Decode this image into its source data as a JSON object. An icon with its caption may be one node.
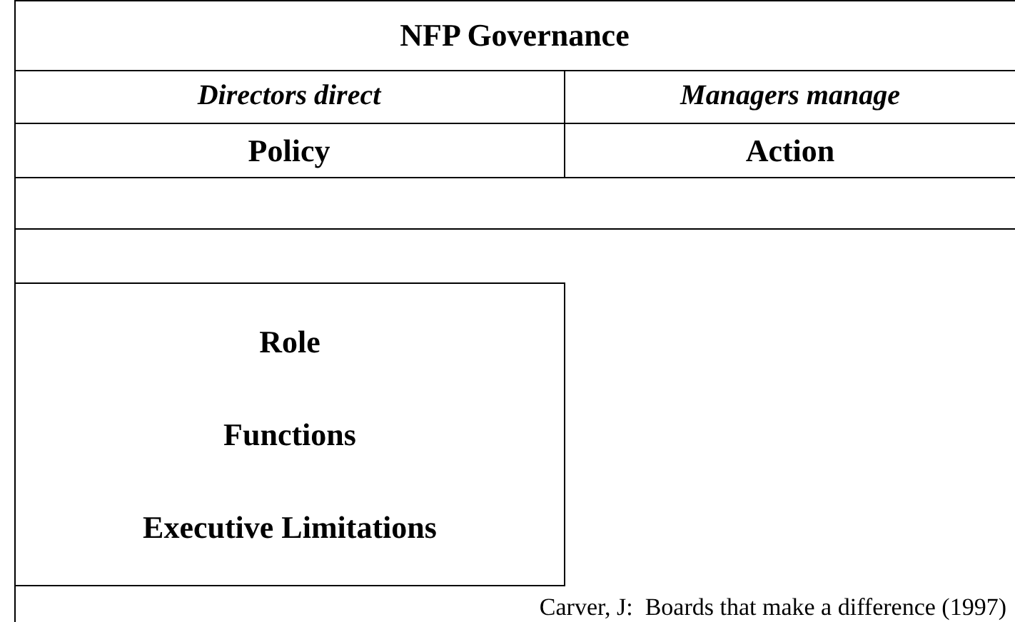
{
  "diagram": {
    "title": "NFP Governance",
    "nodes": [
      {
        "text": [
          "Role",
          "Functions",
          "Executive Limitations"
        ]
      }
    ],
    "labels": [
      "Directors direct",
      "Managers manage",
      "Policy",
      "Action"
    ],
    "caption": "Carver, J:  Boards that make a difference (1997)"
  }
}
